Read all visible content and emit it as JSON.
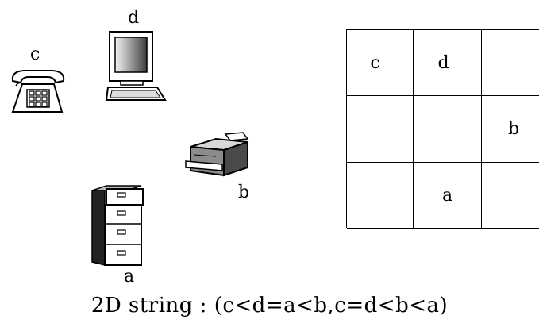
{
  "labels": {
    "telephone": "c",
    "computer": "d",
    "printer": "b",
    "cabinet": "a"
  },
  "grid": {
    "rows": [
      [
        "c",
        "d",
        ""
      ],
      [
        "",
        "",
        "b"
      ],
      [
        "",
        "a",
        ""
      ]
    ]
  },
  "caption": "2D string : (c<d=a<b,c=d<b<a)",
  "icons": [
    "telephone-icon",
    "computer-icon",
    "printer-icon",
    "file-cabinet-icon"
  ]
}
